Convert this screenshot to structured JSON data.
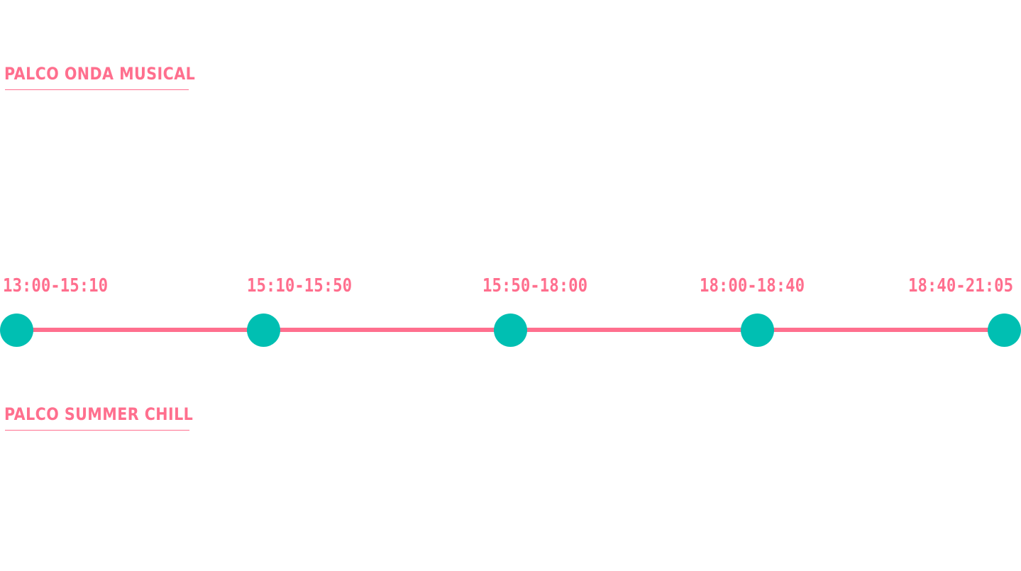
{
  "stages": {
    "top": {
      "title": "PALCO ONDA MUSICAL"
    },
    "bottom": {
      "title": "PALCO SUMMER CHILL"
    }
  },
  "timeline": {
    "slots": [
      {
        "time": "13:00-15:10"
      },
      {
        "time": "15:10-15:50"
      },
      {
        "time": "15:50-18:00"
      },
      {
        "time": "18:00-18:40"
      },
      {
        "time": "18:40-21:05"
      }
    ]
  },
  "colors": {
    "accent": "#ff6f8e",
    "dot": "#00bfb2",
    "background": "#ffffff"
  }
}
